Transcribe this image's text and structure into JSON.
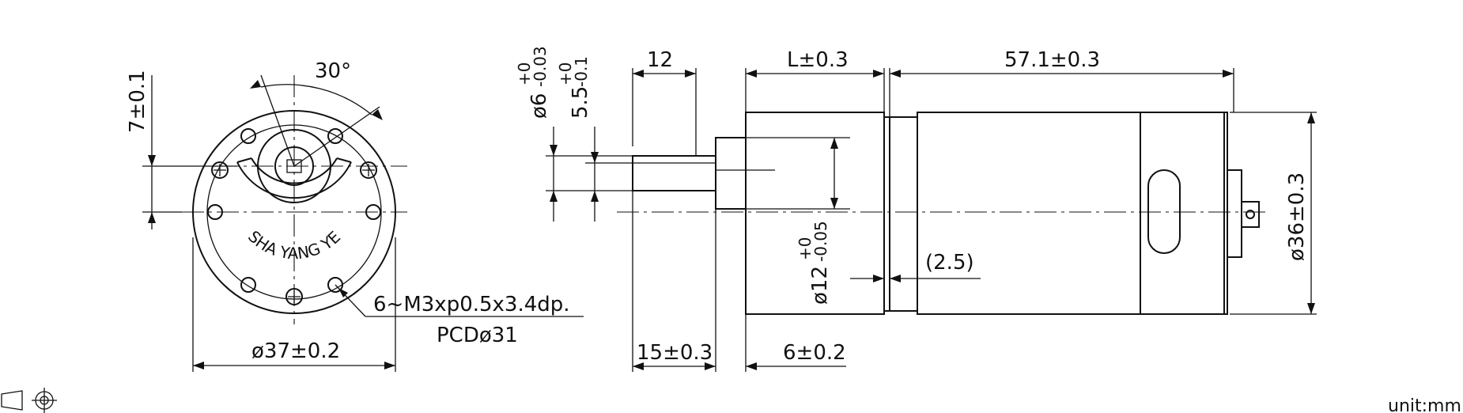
{
  "front_view": {
    "angle_label": "30°",
    "height_tol_label": "7±0.1",
    "brand_text": "SHA YANG YE",
    "hole_spec_label": "6~M3xp0.5x3.4dp.",
    "pcd_label": "PCDø31",
    "diameter_label": "ø37±0.2"
  },
  "side_view": {
    "shaft_dia_main": "ø6",
    "shaft_dia_tol_upper": "+0",
    "shaft_dia_tol_lower": "-0.03",
    "flat_main": "5.5",
    "flat_tol_upper": "+0",
    "flat_tol_lower": "-0.1",
    "shaft_length_label": "12",
    "gearbox_length_label": "L±0.3",
    "motor_length_label": "57.1±0.3",
    "body_dia_label": "ø36±0.3",
    "boss_dia_main": "ø12",
    "boss_tol_upper": "+0",
    "boss_tol_lower": "-0.05",
    "gap_label": "(2.5)",
    "shaft_ext_label": "15±0.3",
    "boss_len_label": "6±0.2"
  },
  "footer": {
    "projection_symbol": "third-angle-projection-icon",
    "unit_label": "unit:mm"
  }
}
